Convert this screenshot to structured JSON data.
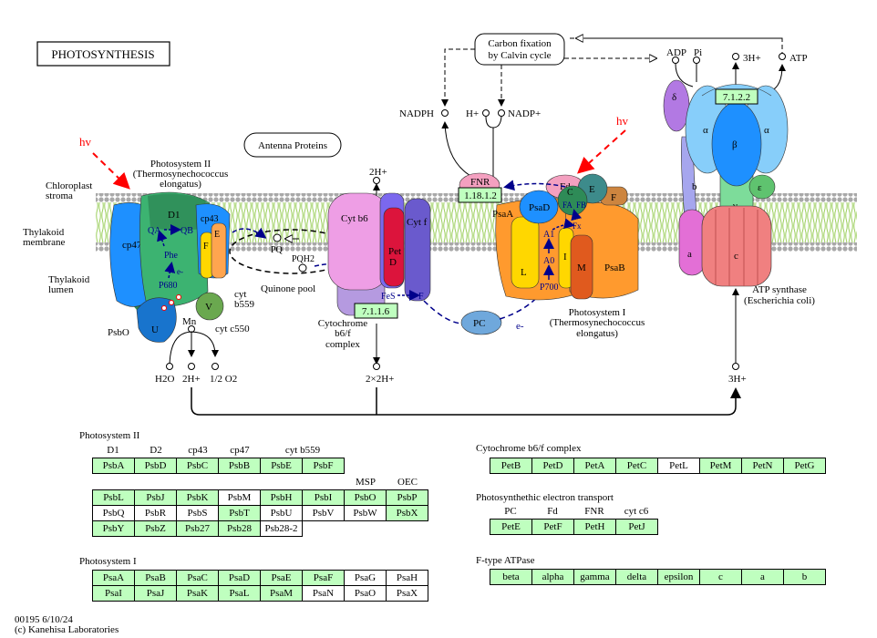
{
  "title": "PHOTOSYNTHESIS",
  "diagram": {
    "hv_left": "hv",
    "hv_right": "hv",
    "chloroplast_stroma": [
      "Chloroplast",
      "stroma"
    ],
    "thylakoid_membrane": [
      "Thylakoid",
      "membrane"
    ],
    "thylakoid_lumen": [
      "Thylakoid",
      "lumen"
    ],
    "psii_label": [
      "Photosystem II",
      "(Thermosynechococcus",
      "elongatus)"
    ],
    "psii_units": {
      "cp47": "cp47",
      "d1": "D1",
      "qa": "QA",
      "qb": "QB",
      "cp43": "cp43",
      "phe": "Phe",
      "e_minus": "e-",
      "p680": "P680",
      "f": "F",
      "e": "E",
      "cyt_b559": [
        "cyt",
        "b559"
      ],
      "v": "V",
      "cyt_c550": "cyt c550",
      "psbo": "PsbO",
      "u": "U",
      "mn": "Mn",
      "h2o": "H2O",
      "h_plus": "2H+",
      "half_o2": "1/2 O2"
    },
    "antenna": "Antenna Proteins",
    "pq": "PQ",
    "pqh2": "PQH2",
    "quinone_pool": "Quinone pool",
    "cytb6f": {
      "h_top": "2H+",
      "cyt_b6": "Cyt b6",
      "pet_d": [
        "Pet",
        "D"
      ],
      "cyt_f": "Cyt f",
      "fes": "FeS",
      "ec": "7.1.1.6",
      "label": [
        "Cytochrome",
        "b6/f",
        "complex"
      ],
      "h_bottom": "2×2H+"
    },
    "pc": "PC",
    "pc_e": "e-",
    "carbon_fixation": [
      "Carbon fixation",
      "by Calvin cycle"
    ],
    "nadph": "NADPH",
    "h_plus_nadp": "H+",
    "nadp_plus": "NADP+",
    "fnr": "FNR",
    "fnr_ec": "1.18.1.2",
    "psi_units": {
      "fd": "Fd",
      "psad": "PsaD",
      "c": "C",
      "e": "E",
      "f": "F",
      "fa": "FA",
      "fb": "FB",
      "fx": "Fx",
      "psaa": "PsaA",
      "l": "L",
      "a1": "A1",
      "a0": "A0",
      "p700": "P700",
      "i": "I",
      "m": "M",
      "psab": "PsaB"
    },
    "psi_label": [
      "Photosystem I",
      "(Thermosynechococcus",
      "elongatus)"
    ],
    "atp_units": {
      "adp": "ADP",
      "pi": "Pi",
      "h_top": "3H+",
      "atp": "ATP",
      "ec": "7.1.2.2",
      "delta": "δ",
      "alpha_l": "α",
      "beta": "β",
      "alpha_r": "α",
      "b": "b",
      "epsilon": "ε",
      "gamma": "γ",
      "a": "a",
      "c": "c",
      "h_bottom": "3H+"
    },
    "atp_label": [
      "ATP synthase",
      "(Escherichia coli)"
    ]
  },
  "tables": {
    "psii": {
      "label": "Photosystem II",
      "subs": [
        {
          "t": "D1"
        },
        {
          "t": "D2"
        },
        {
          "t": "cp43"
        },
        {
          "t": "cp47"
        },
        {
          "t": "cyt b559"
        }
      ],
      "rows1": [
        [
          "PsbA",
          "PsbD",
          "PsbC",
          "PsbB",
          "PsbE",
          "PsbF"
        ]
      ],
      "subs2": [
        {
          "t": "MSP"
        },
        {
          "t": "OEC"
        }
      ],
      "rows2": [
        [
          "PsbL",
          "PsbJ",
          "PsbK",
          "PsbM",
          "PsbH",
          "PsbI",
          "PsbO",
          "PsbP"
        ],
        [
          "PsbQ",
          "PsbR",
          "PsbS",
          "PsbT",
          "PsbU",
          "PsbV",
          "PsbW",
          "PsbX"
        ],
        [
          "PsbY",
          "PsbZ",
          "Psb27",
          "Psb28",
          "Psb28-2"
        ]
      ]
    },
    "psi": {
      "label": "Photosystem I",
      "rows": [
        [
          "PsaA",
          "PsaB",
          "PsaC",
          "PsaD",
          "PsaE",
          "PsaF",
          "PsaG",
          "PsaH"
        ],
        [
          "PsaI",
          "PsaJ",
          "PsaK",
          "PsaL",
          "PsaM",
          "PsaN",
          "PsaO",
          "PsaX"
        ]
      ]
    },
    "cytb6f": {
      "label": "Cytochrome b6/f complex",
      "rows": [
        [
          "PetB",
          "PetD",
          "PetA",
          "PetC",
          "PetL",
          "PetM",
          "PetN",
          "PetG"
        ]
      ]
    },
    "pet": {
      "label": "Photosynthethic electron transport",
      "subs": [
        {
          "t": "PC"
        },
        {
          "t": "Fd"
        },
        {
          "t": "FNR"
        },
        {
          "t": "cyt c6"
        }
      ],
      "rows": [
        [
          "PetE",
          "PetF",
          "PetH",
          "PetJ"
        ]
      ]
    },
    "atpase": {
      "label": "F-type ATPase",
      "rows": [
        [
          "beta",
          "alpha",
          "gamma",
          "delta",
          "epsilon",
          "c",
          "a",
          "b"
        ]
      ]
    }
  },
  "footer": {
    "map_id": "00195 6/10/24",
    "copyright": "(c) Kanehisa Laboratories"
  }
}
